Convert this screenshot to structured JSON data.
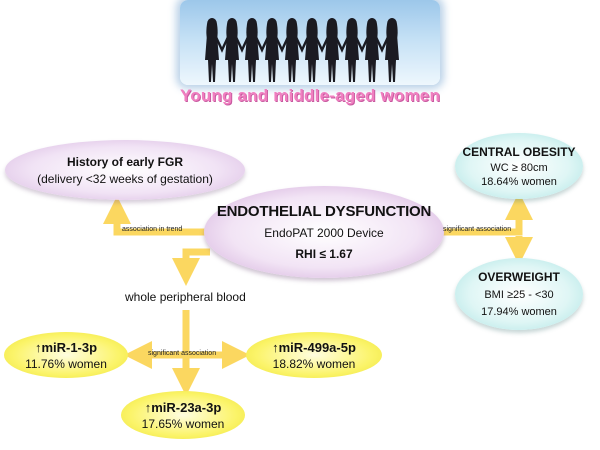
{
  "banner": {
    "title": "Young and middle-aged women",
    "image": "silhouettes-of-women-holding-hands-icon"
  },
  "center": {
    "title": "ENDOTHELIAL DYSFUNCTION",
    "device": "EndoPAT 2000 Device",
    "criterion": "RHI ≤ 1.67"
  },
  "fgr": {
    "title": "History of early FGR",
    "detail": "(delivery <32 weeks of gestation)"
  },
  "obesity": {
    "title": "CENTRAL OBESITY",
    "criterion": "WC ≥ 80cm",
    "percent": "18.64% women"
  },
  "overweight": {
    "title": "OVERWEIGHT",
    "criterion": "BMI ≥25 - <30",
    "percent": "17.94% women"
  },
  "labels": {
    "trend": "association in trend",
    "sig_right": "significant association",
    "sig_mid": "significant association",
    "blood": "whole peripheral blood"
  },
  "mirna": [
    {
      "name": "↑miR-1-3p",
      "percent": "11.76% women"
    },
    {
      "name": "↑miR-499a-5p",
      "percent": "18.82% women"
    },
    {
      "name": "↑miR-23a-3p",
      "percent": "17.65% women"
    }
  ],
  "colors": {
    "arrow": "#fbd760",
    "title_pink": "#f07fc0"
  }
}
